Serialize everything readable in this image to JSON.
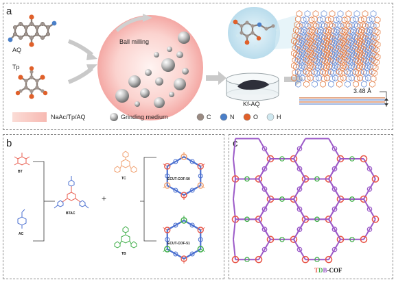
{
  "panel_a": {
    "label": "a",
    "molecule_aq": "AQ",
    "molecule_tp": "Tp",
    "ball_milling": "Ball milling",
    "product_label": "Kf-AQ",
    "spacing": "3.48 Å",
    "legend_reagents": "NaAc/Tp/AQ",
    "legend_medium": "Grinding medium",
    "atoms": [
      {
        "symbol": "C",
        "color": "#9a8a82"
      },
      {
        "symbol": "N",
        "color": "#4a7fc8"
      },
      {
        "symbol": "O",
        "color": "#e0602a"
      },
      {
        "symbol": "H",
        "color": "#cfe8f0"
      }
    ]
  },
  "panel_b": {
    "label": "b",
    "bt": "BT",
    "ac": "AC",
    "btac": "BTAC",
    "plus": "+",
    "tc": "TC",
    "tb": "TB",
    "cof50": "ECUT-COF-50",
    "cof51": "ECUT-COF-51"
  },
  "panel_c": {
    "label": "c",
    "name_t": "T",
    "name_d": "D",
    "name_b": "B",
    "name_suffix": "-COF"
  },
  "colors": {
    "red_linker": "#e8584a",
    "blue_linker": "#4a6fd0",
    "orange_linker": "#f0a070",
    "green_linker": "#3fae48",
    "purple_linker": "#9b59c8",
    "pink_ring": "#e86c7a"
  }
}
